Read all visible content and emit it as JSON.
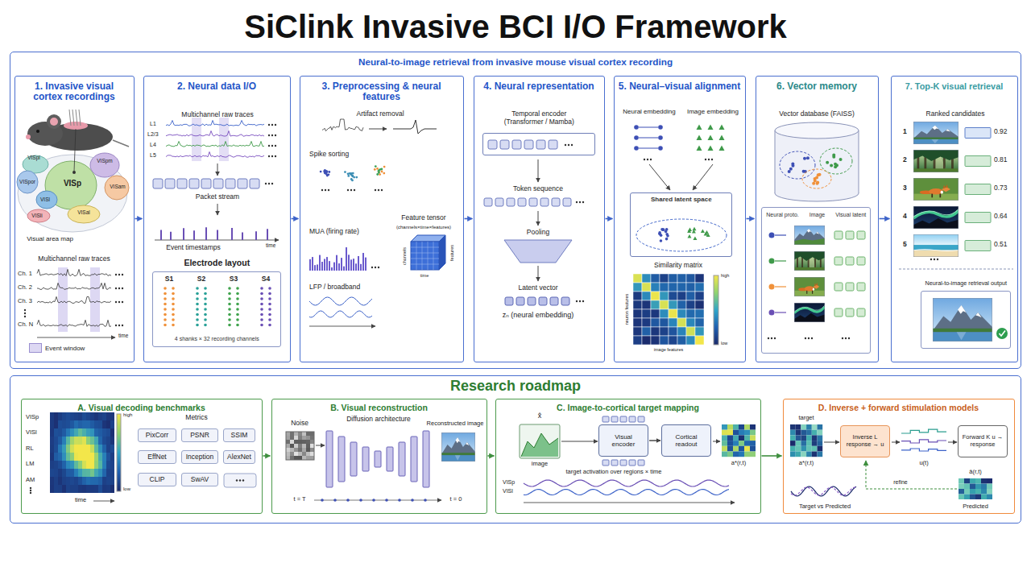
{
  "diagram": {
    "title": "SiClink Invasive BCI I/O Framework",
    "nodes": [
      {
        "text": [
          "Neural-to-image retrieval from invasive mouse visual cortex recording"
        ]
      },
      {
        "text": [
          "1. Invasive visual cortex recordings"
        ],
        "in": 0
      },
      {
        "text": [
          "2. Neural data I/O"
        ],
        "in": 0
      },
      {
        "text": [
          "3. Preprocessing & neural features"
        ],
        "in": 0
      },
      {
        "text": [
          "4. Neural representation"
        ],
        "in": 0
      },
      {
        "text": [
          "5. Neural–visual alignment"
        ],
        "in": 0
      },
      {
        "text": [
          "6. Vector memory"
        ],
        "in": 0
      },
      {
        "text": [
          "7. Top-K visual retrieval"
        ],
        "in": 0
      },
      {
        "text": [
          "Electrode layout",
          "4 shanks × 32 recording channels"
        ],
        "in": 2
      },
      {
        "text": [
          "Temporal encoder (Transformer / Mamba)"
        ],
        "in": 4
      },
      {
        "text": [
          "Shared latent space"
        ],
        "in": 5
      },
      {
        "text": [
          "Neural proto.",
          "Image",
          "Visual latent"
        ],
        "in": 6
      },
      {
        "text": [
          "Neural-to-image retrieval output"
        ],
        "in": 7
      },
      {
        "text": [
          "Research roadmap"
        ]
      },
      {
        "text": [
          "A. Visual decoding benchmarks"
        ],
        "in": 13
      },
      {
        "text": [
          "PixCorr"
        ],
        "in": 14
      },
      {
        "text": [
          "PSNR"
        ],
        "in": 14
      },
      {
        "text": [
          "SSIM"
        ],
        "in": 14
      },
      {
        "text": [
          "EffNet"
        ],
        "in": 14
      },
      {
        "text": [
          "Inception"
        ],
        "in": 14
      },
      {
        "text": [
          "AlexNet"
        ],
        "in": 14
      },
      {
        "text": [
          "CLIP"
        ],
        "in": 14
      },
      {
        "text": [
          "SwAV"
        ],
        "in": 14
      },
      {
        "text": [
          "B. Visual reconstruction"
        ],
        "in": 13
      },
      {
        "text": [
          "C. Image-to-cortical target mapping"
        ],
        "in": 13
      },
      {
        "text": [
          "Visual encoder"
        ],
        "in": 24
      },
      {
        "text": [
          "Cortical readout"
        ],
        "in": 24
      },
      {
        "text": [
          "D. Inverse + forward stimulation models"
        ],
        "in": 13
      },
      {
        "text": [
          "Inverse L response → u"
        ],
        "in": 27
      },
      {
        "text": [
          "Forward K u → response"
        ],
        "in": 27
      }
    ],
    "edges": [
      {
        "from": 1,
        "to": 2,
        "arrow": "to"
      },
      {
        "from": 2,
        "to": 3,
        "arrow": "to"
      },
      {
        "from": 3,
        "to": 4,
        "arrow": "to"
      },
      {
        "from": 4,
        "to": 5,
        "arrow": "to"
      },
      {
        "from": 5,
        "to": 6,
        "arrow": "to"
      },
      {
        "from": 6,
        "to": 7,
        "arrow": "to"
      },
      {
        "from": 14,
        "to": 23,
        "arrow": "to"
      },
      {
        "from": 23,
        "to": 24,
        "arrow": "to"
      },
      {
        "from": 24,
        "to": 27,
        "arrow": "to"
      },
      {
        "from": 25,
        "to": 26,
        "arrow": "to"
      }
    ],
    "labels": [
      "VISpl",
      "VISp",
      "VISpm",
      "VISam",
      "VISpor",
      "VISl",
      "VISli",
      "VISal",
      "Visual area map",
      "Multichannel raw traces",
      "Ch. 1",
      "Ch. 2",
      "Ch. 3",
      "Ch. N",
      "time",
      "Multichannel raw traces",
      "L1",
      "L2/3",
      "L4",
      "L5",
      "Packet stream",
      "Event timestamps",
      "time",
      "S1",
      "S2",
      "S3",
      "S4",
      "Artifact removal",
      "Spike sorting",
      "MUA (firing rate)",
      "LFP / broadband",
      "Feature tensor",
      "(channels×time×features)",
      "channels",
      "time",
      "features",
      "Token sequence",
      "Pooling",
      "Latent vector",
      "zₙ (neural embedding)",
      "Neural embedding",
      "Image embedding",
      "Similarity matrix",
      "high",
      "low",
      "neuron features",
      "image features",
      "Vector database (FAISS)",
      "Ranked candidates",
      "1",
      "2",
      "3",
      "4",
      "5",
      "0.92",
      "0.81",
      "0.73",
      "0.64",
      "0.51",
      "VISp",
      "VISl",
      "RL",
      "LM",
      "AM",
      "high",
      "low",
      "time",
      "Metrics",
      "Noise",
      "Diffusion architecture",
      "Reconstructed image",
      "t = T",
      "t = 0",
      "x̂",
      "image",
      "a*(r,t)",
      "target activation over regions × time",
      "VISp",
      "VISl",
      "target",
      "a*(r,t)",
      "u(t)",
      "Target vs Predicted",
      "refine",
      "Predicted",
      "â(r,t)"
    ],
    "legend": [
      {
        "text": "Event window",
        "color": "#ddd8f3"
      }
    ]
  }
}
